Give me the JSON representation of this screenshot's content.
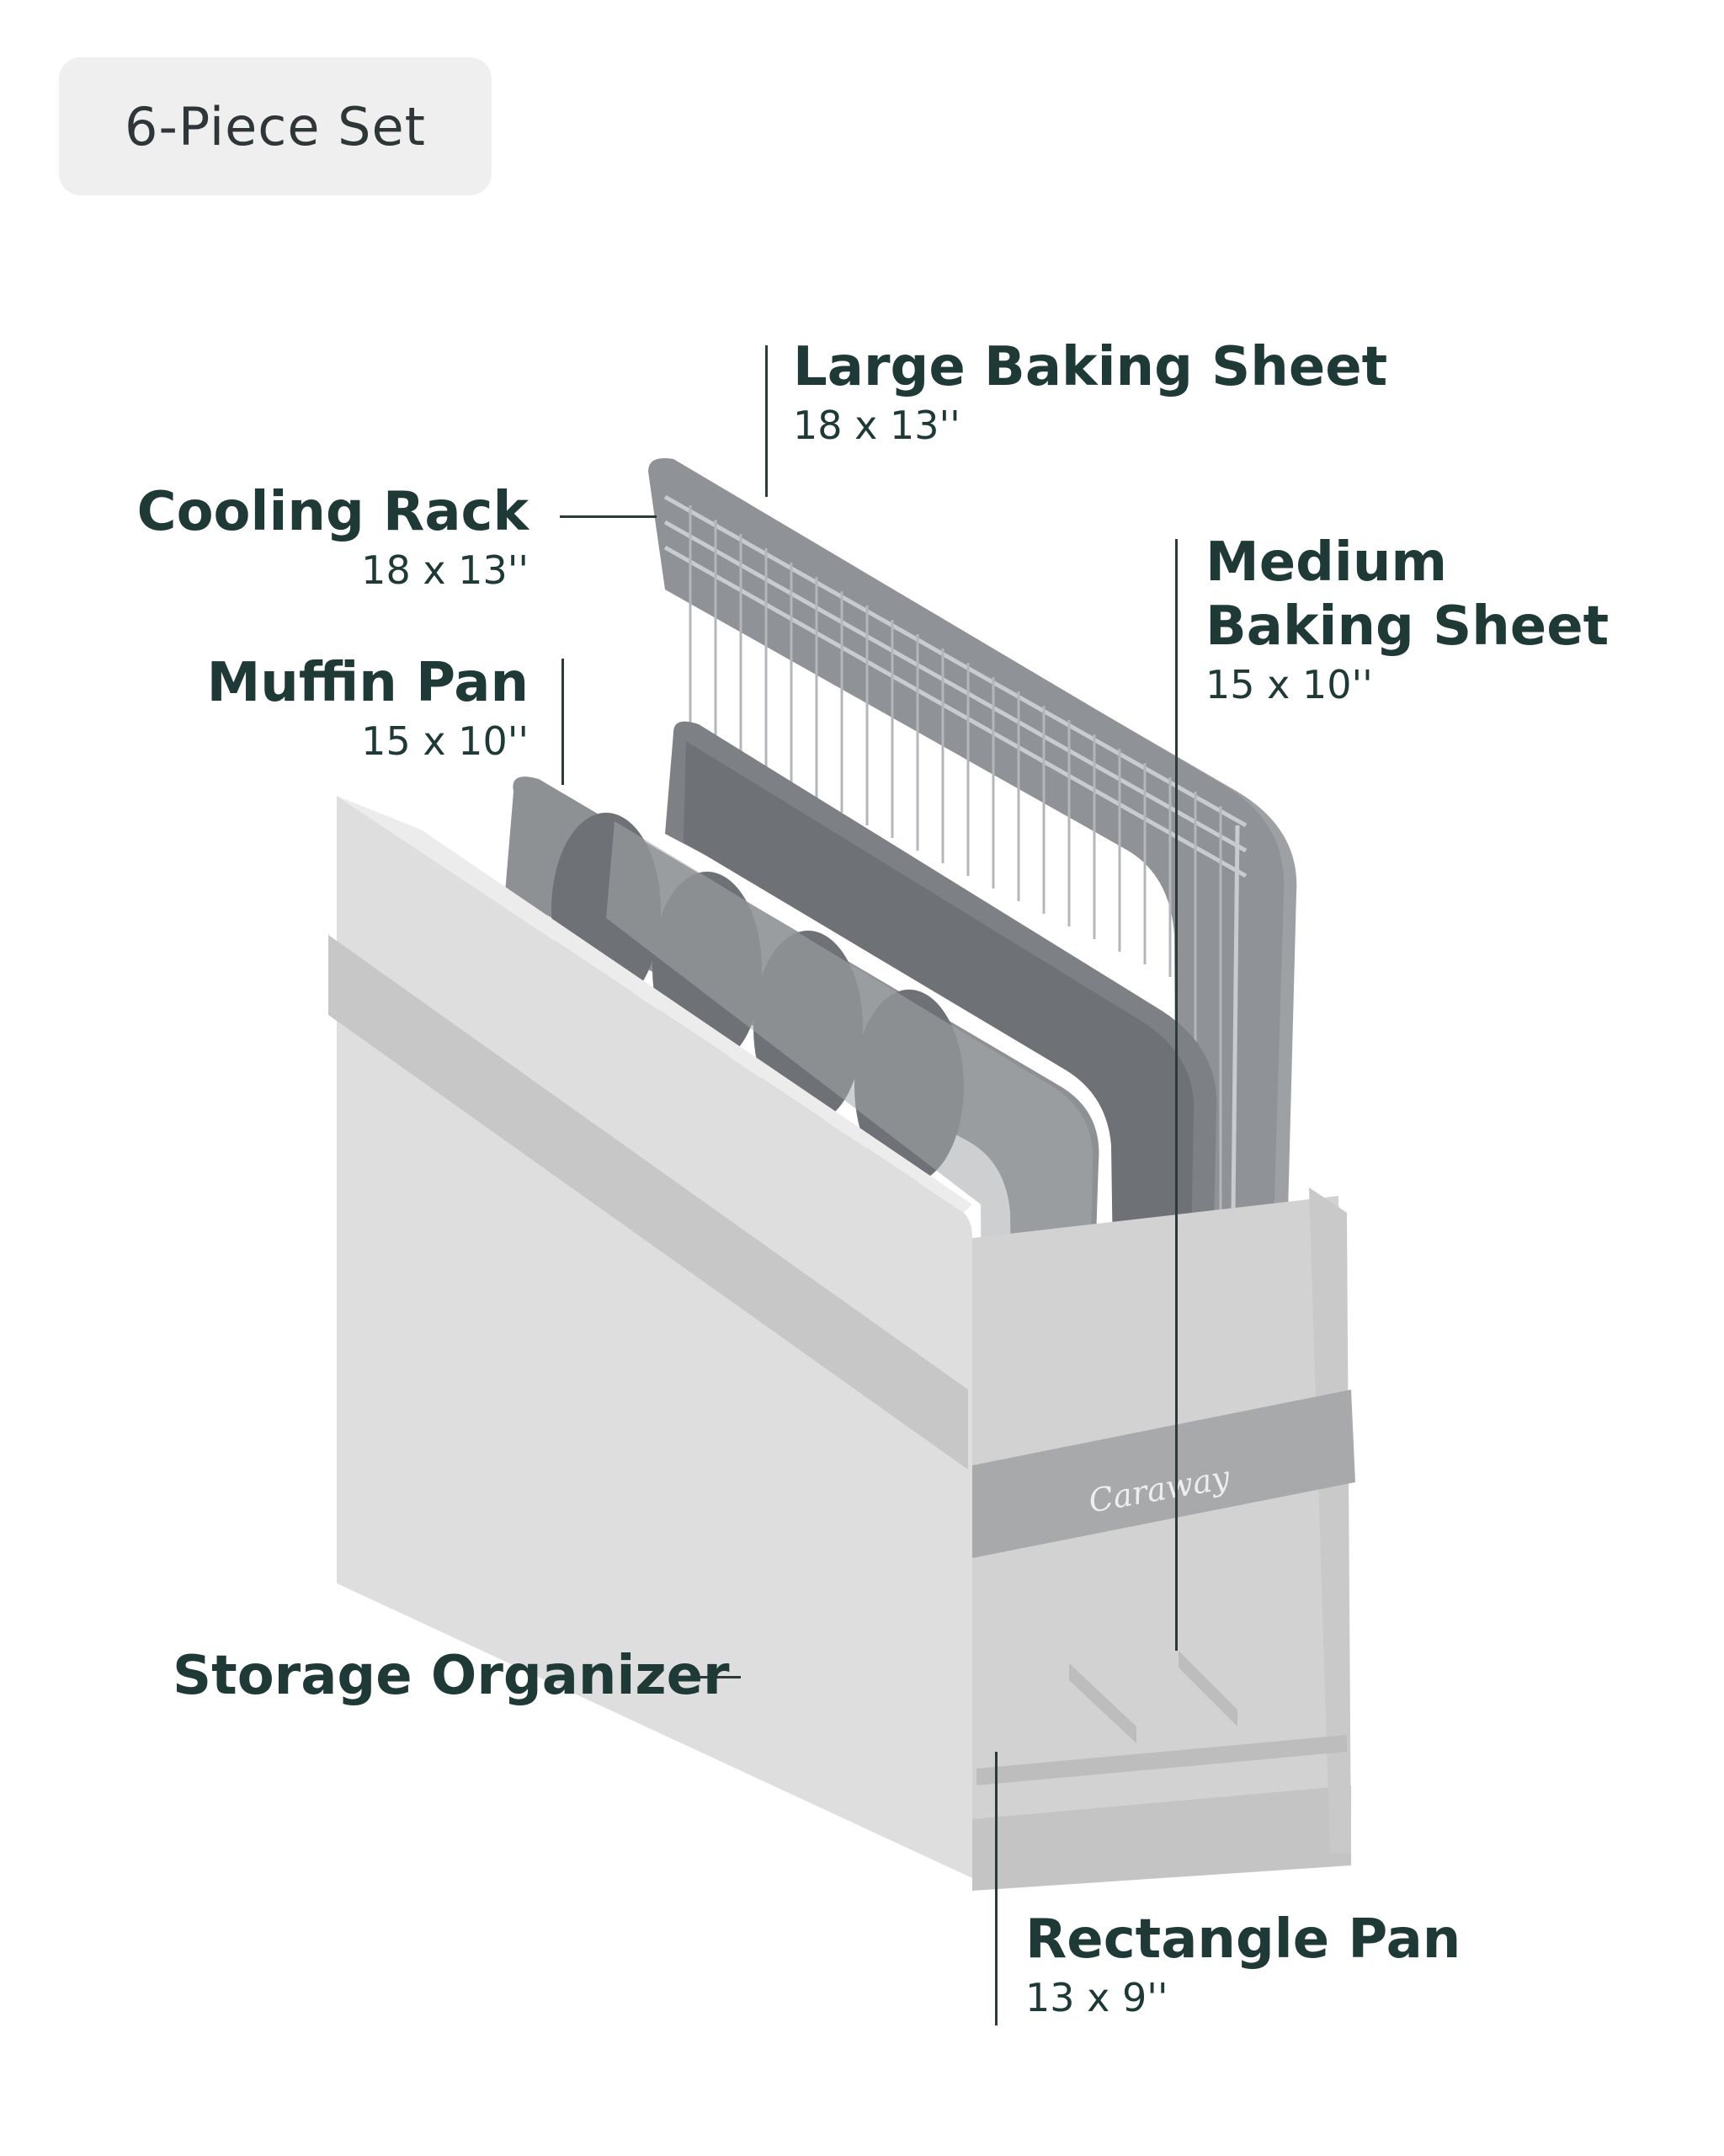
{
  "badge": {
    "text": "6-Piece Set"
  },
  "labels": {
    "large_baking_sheet": {
      "name": "Large Baking Sheet",
      "size": "18 x 13''"
    },
    "cooling_rack": {
      "name": "Cooling Rack",
      "size": "18 x 13''"
    },
    "medium_baking_sheet": {
      "name_line1": "Medium",
      "name_line2": "Baking  Sheet",
      "size": "15 x 10''"
    },
    "muffin_pan": {
      "name": "Muffin Pan",
      "size": "15 x 10''"
    },
    "storage_organizer": {
      "name": "Storage Organizer"
    },
    "rectangle_pan": {
      "name": "Rectangle Pan",
      "size": "13 x 9''"
    }
  },
  "brand": {
    "logo_text": "Caraway"
  },
  "colors": {
    "label_text": "#1f3a36",
    "badge_bg": "#efefef",
    "organizer": "#dcdcdc",
    "pan_gray": "#8a8d90"
  }
}
